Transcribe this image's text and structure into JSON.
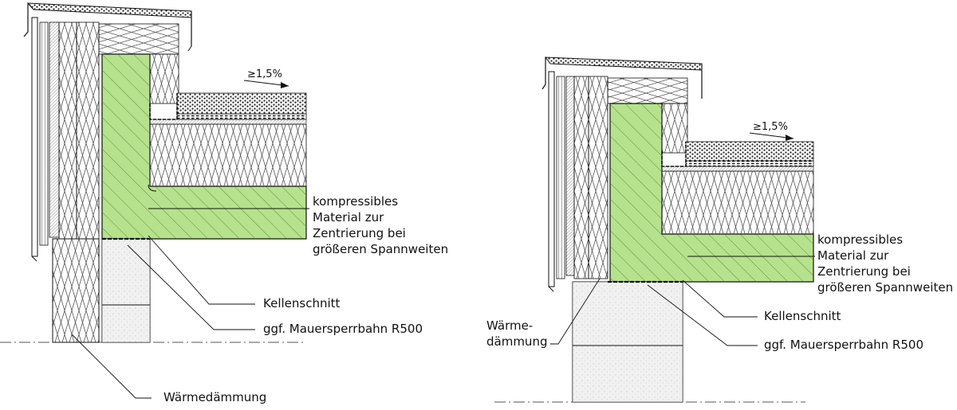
{
  "colors": {
    "concrete": "#b6e28d",
    "masonry": "#dedede",
    "ink": "#1a1a1a",
    "hatch": "#4c7d3c"
  },
  "left_detail": {
    "slope": "≥1,5%",
    "label_compressible": [
      "kompressibles",
      "Material zur",
      "Zentrierung bei",
      "größeren Spannweiten"
    ],
    "label_kellenschnitt": "Kellenschnitt",
    "label_sperrbahn": "ggf. Mauersperrbahn R500",
    "label_insulation": "Wärmedämmung"
  },
  "right_detail": {
    "slope": "≥1,5%",
    "label_compressible": [
      "kompressibles",
      "Material zur",
      "Zentrierung bei",
      "größeren Spannweiten"
    ],
    "label_kellenschnitt": "Kellenschnitt",
    "label_sperrbahn": "ggf. Mauersperrbahn R500",
    "label_insulation": [
      "Wärme-",
      "dämmung"
    ]
  }
}
